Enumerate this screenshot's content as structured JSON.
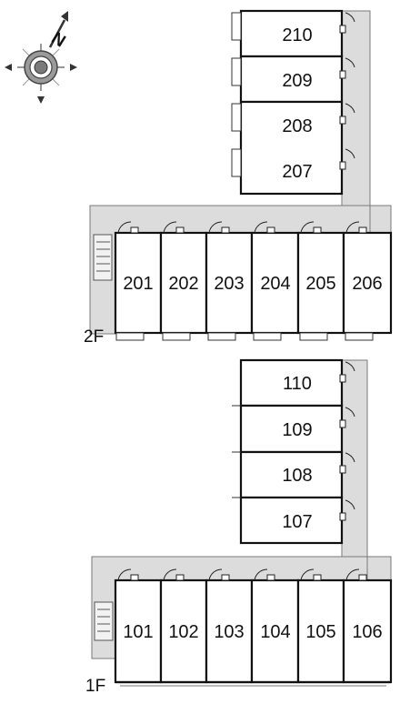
{
  "compass": {
    "north_label": "N",
    "icon": "compass-rose-icon"
  },
  "floors": [
    {
      "label": "2F",
      "rooms_vertical": [
        "210",
        "209",
        "208",
        "207"
      ],
      "rooms_row": [
        "201",
        "202",
        "203",
        "204",
        "205",
        "206"
      ]
    },
    {
      "label": "1F",
      "rooms_vertical": [
        "110",
        "109",
        "108",
        "107"
      ],
      "rooms_row": [
        "101",
        "102",
        "103",
        "104",
        "105",
        "106"
      ]
    }
  ]
}
